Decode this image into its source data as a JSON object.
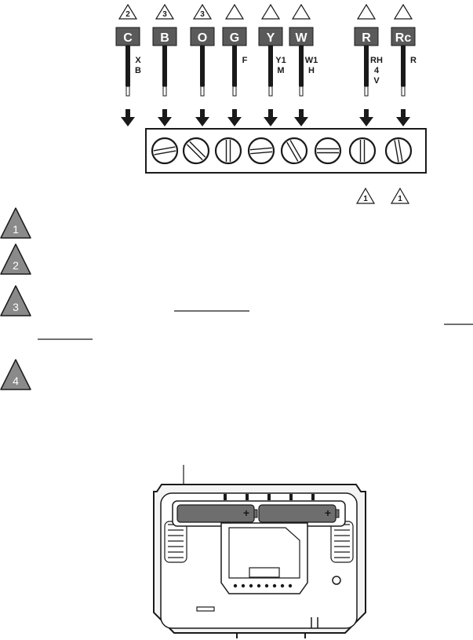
{
  "terminals": [
    {
      "id": "c",
      "label": "C",
      "marker": "2",
      "wire_labels": [
        "X",
        "B"
      ]
    },
    {
      "id": "b",
      "label": "B",
      "marker": "3",
      "wire_labels": []
    },
    {
      "id": "o",
      "label": "O",
      "marker": "3",
      "wire_labels": []
    },
    {
      "id": "g",
      "label": "G",
      "marker": "",
      "wire_labels": [
        "F"
      ]
    },
    {
      "id": "y",
      "label": "Y",
      "marker": "",
      "wire_labels": [
        "Y1",
        "M"
      ]
    },
    {
      "id": "w",
      "label": "W",
      "marker": "",
      "wire_labels": [
        "W1",
        "H"
      ]
    },
    {
      "id": "r",
      "label": "R",
      "marker": "",
      "wire_labels": [
        "RH",
        "4",
        "V"
      ]
    },
    {
      "id": "rc",
      "label": "Rc",
      "marker": "",
      "wire_labels": [
        "R"
      ]
    }
  ],
  "terminal_block": {
    "screw_count": 8,
    "bottom_markers": [
      "1",
      "1"
    ]
  },
  "notes": [
    {
      "number": "1"
    },
    {
      "number": "2"
    },
    {
      "number": "3"
    },
    {
      "number": "4"
    }
  ],
  "battery_compartment": {
    "battery_marks": [
      "+",
      "+"
    ]
  },
  "colors": {
    "ink": "#1a1a1a",
    "tag": "#5a5a5a",
    "badge": "#8a8a8a",
    "battery": "#6e6e6e",
    "housing": "#f4f4f4"
  }
}
